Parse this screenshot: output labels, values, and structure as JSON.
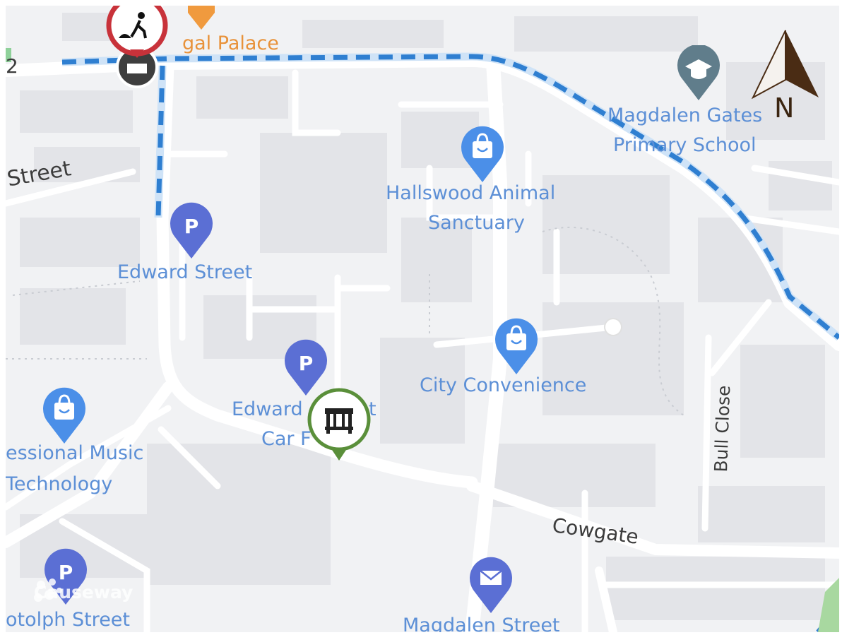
{
  "map": {
    "poi_labels": {
      "regal_palace": "gal Palace",
      "magdalen_gates": "Magdalen Gates",
      "primary_school": "Primary School",
      "hallswood": "Hallswood Animal",
      "sanctuary": "Sanctuary",
      "edward_street_parking": "Edward Street",
      "city_convenience": "City Convenience",
      "car_park_1": "Edward",
      "car_park_1b": "t",
      "car_park_2": "Car F",
      "music_1": "essional Music",
      "music_2": "Technology",
      "botolph": "otolph Street",
      "magdalen_street": "Magdalen Street"
    },
    "street_labels": {
      "street_left": "Street",
      "route_number": "2",
      "bull_close": "Bull Close",
      "cowgate": "Cowgate"
    },
    "compass_letter": "N",
    "watermark": "Causeway",
    "icons": {
      "roadworks": "roadworks-icon",
      "closure": "road-closure-icon",
      "barrier": "barrier-icon",
      "parking": "parking-icon",
      "shop": "shopping-bag-icon",
      "school": "school-icon",
      "post": "post-icon"
    },
    "colors": {
      "route": "#2f7fd1",
      "poi": "#5c8fd6",
      "roadworks_ring": "#c8323a",
      "barrier_ring": "#5a8f3a"
    }
  }
}
